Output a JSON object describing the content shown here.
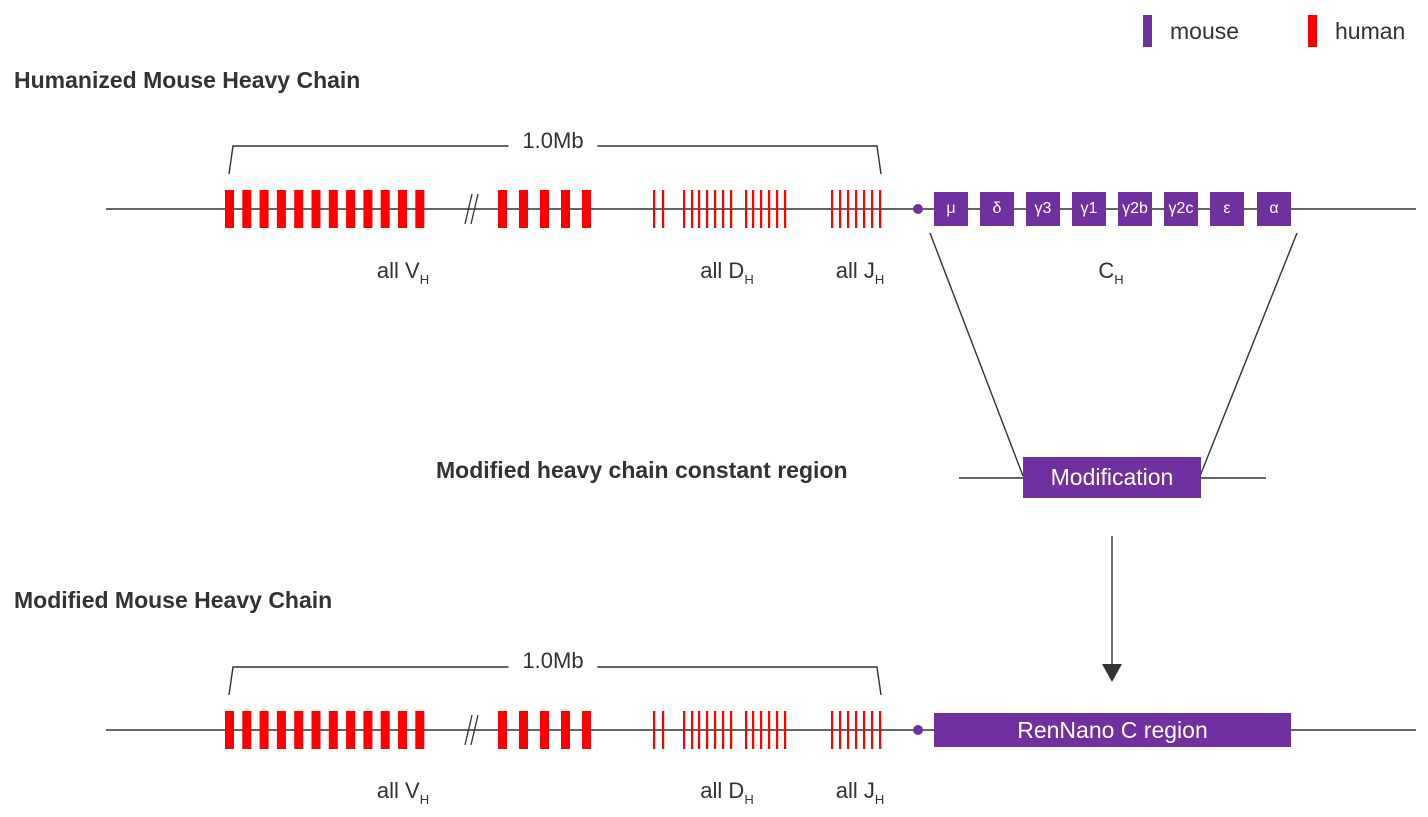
{
  "legend": {
    "mouse": {
      "label": "mouse",
      "color": "#7030a0"
    },
    "human": {
      "label": "human",
      "color": "#ff0000"
    }
  },
  "section1": {
    "title": "Humanized Mouse Heavy Chain",
    "size_label": "1.0Mb",
    "v_label": "all V",
    "v_sub": "H",
    "d_label": "all D",
    "d_sub": "H",
    "j_label": "all J",
    "j_sub": "H",
    "c_label": "C",
    "c_sub": "H",
    "constant_genes": [
      "μ",
      "δ",
      "γ3",
      "γ1",
      "γ2b",
      "γ2c",
      "ε",
      "α"
    ]
  },
  "modification": {
    "title": "Modified heavy chain constant region",
    "box_label": "Modification"
  },
  "section2": {
    "title": "Modified Mouse Heavy Chain",
    "size_label": "1.0Mb",
    "v_label": "all V",
    "v_sub": "H",
    "d_label": "all D",
    "d_sub": "H",
    "j_label": "all J",
    "j_sub": "H",
    "c_region_label": "RenNano C region"
  }
}
